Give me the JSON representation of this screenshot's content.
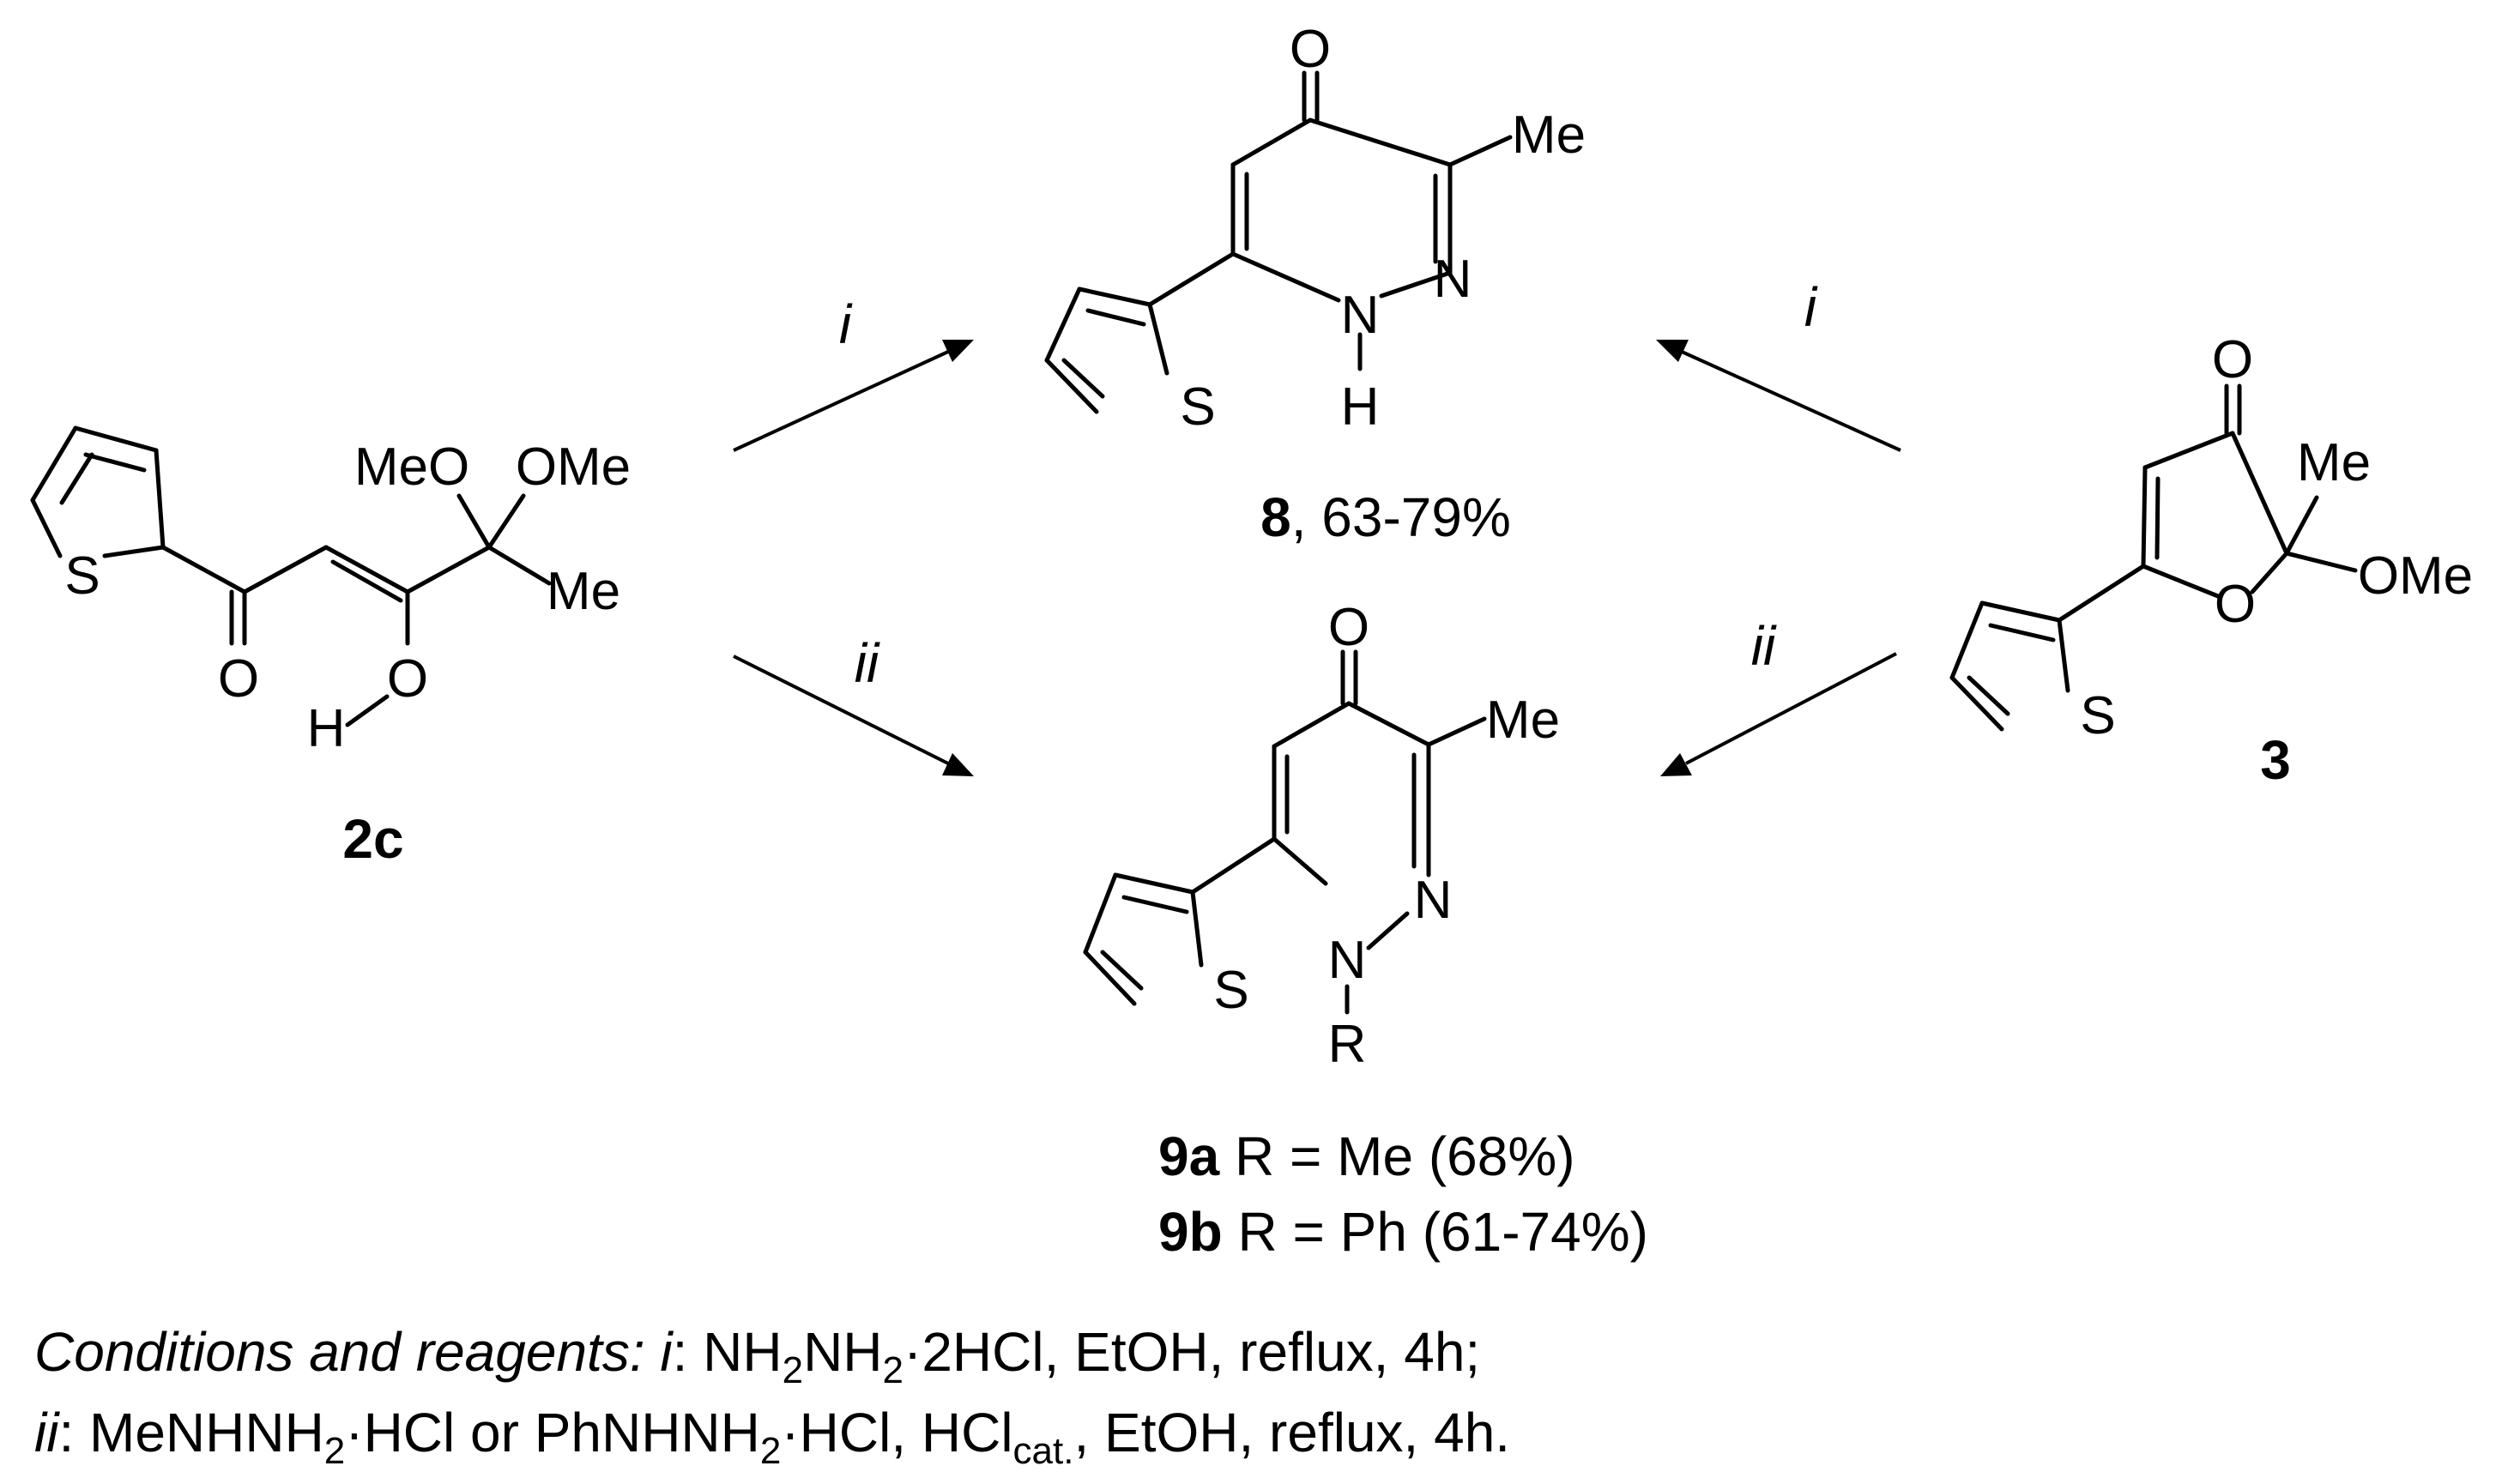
{
  "atoms": {
    "c2c": [
      "S",
      "O",
      "O",
      "H",
      "MeO",
      "OMe",
      "Me"
    ],
    "p8": [
      "O",
      "Me",
      "N",
      "N",
      "H",
      "S"
    ],
    "p9": [
      "O",
      "Me",
      "N",
      "N",
      "R",
      "S"
    ],
    "c3": [
      "O",
      "Me",
      "OMe",
      "O",
      "S"
    ]
  },
  "compounds": {
    "c2c_label": "2c",
    "p8_label": "8",
    "p8_yield": ", 63-79%",
    "c3_label": "3",
    "p9a_label": "9a",
    "p9a_text": " R = Me (68%)",
    "p9b_label": "9b",
    "p9b_text": " R = Ph (61-74%)"
  },
  "arrows": {
    "top_left": "i",
    "top_right": "i",
    "bottom_left": "ii",
    "bottom_right": "ii"
  },
  "conditions": {
    "line1_heading": "Conditions and reagents: i",
    "line1_colon": ": NH",
    "line1_sub1": "2",
    "line1_mid": "NH",
    "line1_sub2": "2",
    "line1_rest": "·2HCl, EtOH, reflux, 4h;",
    "line2_ii": "ii",
    "line2_a": ": MeNHNH",
    "line2_sub1": "2",
    "line2_b": "·HCl or PhNHNH",
    "line2_sub2": "2",
    "line2_c": "·HCl, HCl",
    "line2_sub3": "cat.",
    "line2_d": ", EtOH, reflux, 4h."
  }
}
